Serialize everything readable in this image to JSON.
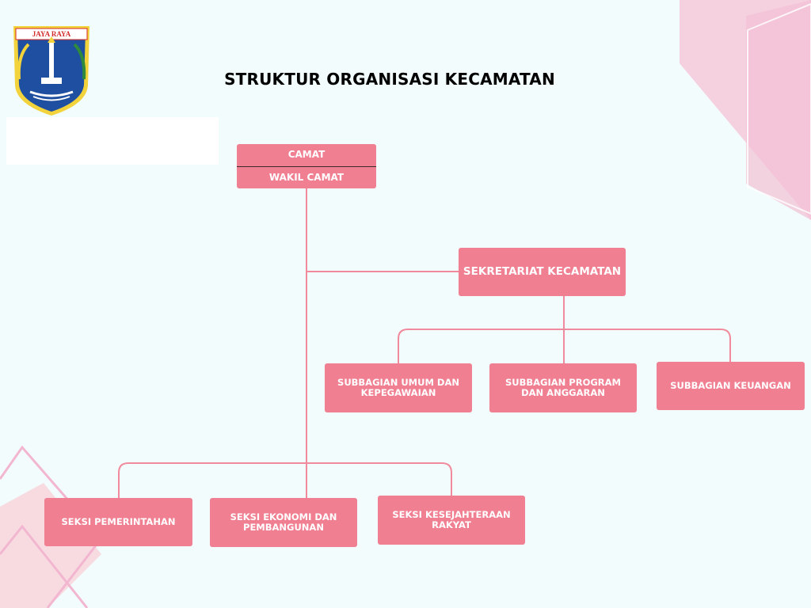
{
  "page": {
    "title": "STRUKTUR ORGANISASI KECAMATAN"
  },
  "logo": {
    "name": "Jaya Raya emblem",
    "text": "JAYA RAYA",
    "colors": {
      "shield": "#1f4fa0",
      "border": "#f2d33b",
      "ribbon": "#d42a2a"
    }
  },
  "colors": {
    "background": "#f2fcfc",
    "box": "#f07f91",
    "connector": "#f08a9c",
    "deco_pink": "#f6c9d9",
    "deco_line": "#f3b6d0"
  },
  "org": {
    "camat": "CAMAT",
    "wakil_camat": "WAKIL CAMAT",
    "sekretariat": "SEKRETARIAT KECAMATAN",
    "subbagian": [
      "SUBBAGIAN UMUM DAN KEPEGAWAIAN",
      "SUBBAGIAN PROGRAM DAN ANGGARAN",
      "SUBBAGIAN KEUANGAN"
    ],
    "seksi": [
      "SEKSI PEMERINTAHAN",
      "SEKSI EKONOMI DAN PEMBANGUNAN",
      "SEKSI KESEJAHTERAAN RAKYAT"
    ]
  }
}
